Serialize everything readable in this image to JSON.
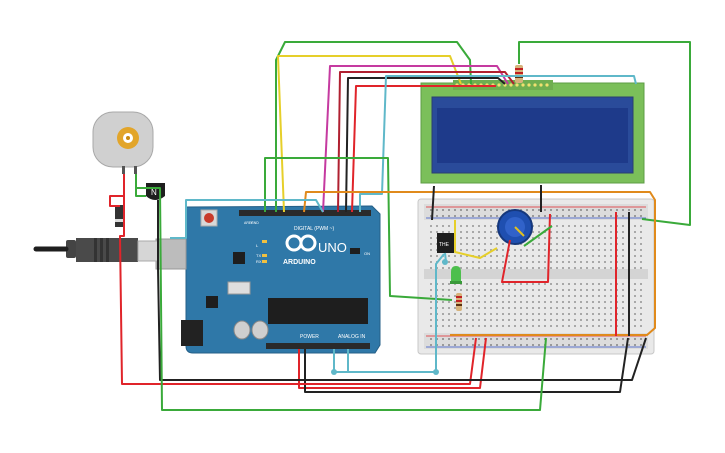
{
  "board": {
    "brand": "ARDUINO",
    "model": "UNO",
    "digital_label": "DIGITAL (PWM ~)",
    "power_label": "POWER",
    "analog_label": "ANALOG IN",
    "tx": "TX",
    "rx": "RX",
    "l": "L",
    "on": "ON",
    "aref": "AREF",
    "gnd": "GND"
  },
  "transistor": {
    "label": "N"
  },
  "thermistor": {
    "label": "THE"
  },
  "colors": {
    "wire_red": "#e0242a",
    "wire_black": "#222222",
    "wire_green": "#3aaa3a",
    "wire_yellow": "#e6cf2a",
    "wire_magenta": "#c53aa0",
    "wire_cyan": "#5fb8c9",
    "wire_orange": "#e08a1c",
    "board_blue": "#2f78a8",
    "lcd_green": "#7bbf5a",
    "lcd_screen": "#1e3a8a"
  }
}
